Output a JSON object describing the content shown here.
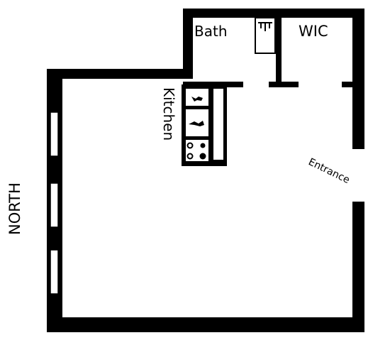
{
  "labels": {
    "bath": "Bath",
    "wic": "WIC",
    "kitchen": "Kitchen",
    "entrance": "Entrance",
    "north": "NORTH"
  },
  "colors": {
    "wall": "#000000",
    "background": "#ffffff"
  }
}
